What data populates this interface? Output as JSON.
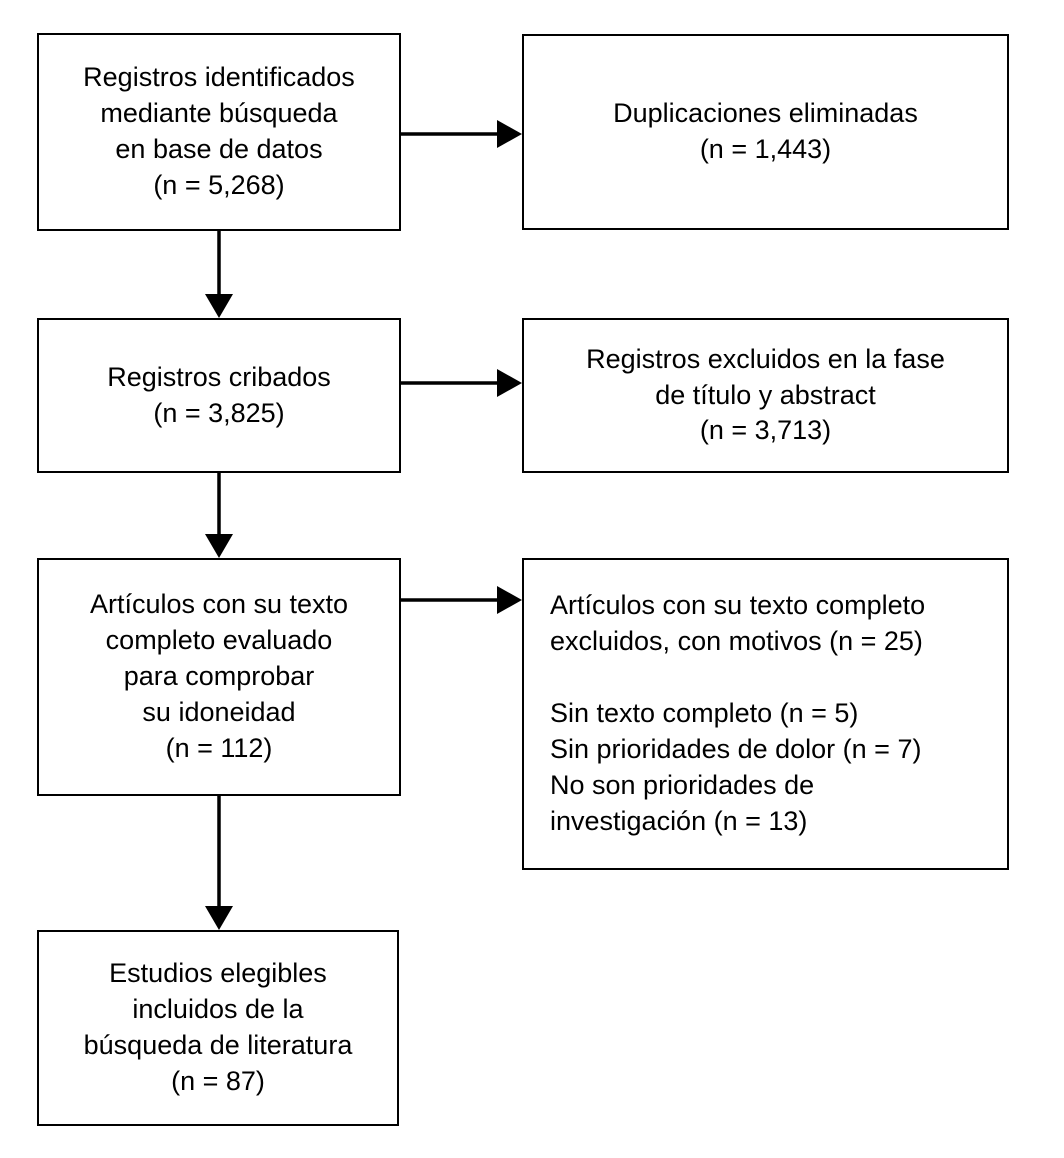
{
  "diagram": {
    "type": "prisma-flow-diagram",
    "language": "es",
    "boxes": [
      {
        "id": "identified",
        "name": "records-identified-box",
        "text": "Registros identificados\nmediante búsqueda\nen base de datos\n(n = 5,268)",
        "align": "center",
        "count": "5,268"
      },
      {
        "id": "duplicates",
        "name": "duplicates-removed-box",
        "text": "Duplicaciones eliminadas\n(n = 1,443)",
        "align": "center",
        "count": "1,443"
      },
      {
        "id": "screened",
        "name": "records-screened-box",
        "text": "Registros cribados\n(n = 3,825)",
        "align": "center",
        "count": "3,825"
      },
      {
        "id": "excluded_title_abstract",
        "name": "records-excluded-title-abstract-box",
        "text": "Registros excluidos en la fase\nde título y abstract\n(n = 3,713)",
        "align": "center",
        "count": "3,713"
      },
      {
        "id": "fulltext_assessed",
        "name": "fulltext-assessed-box",
        "text": "Artículos con su texto\ncompleto evaluado\npara comprobar\nsu idoneidad\n(n = 112)",
        "align": "center",
        "count": "112"
      },
      {
        "id": "excluded_fulltext",
        "name": "fulltext-excluded-reasons-box",
        "text": "Artículos con su texto completo\nexcluidos, con motivos (n = 25)\n\nSin texto completo (n = 5)\nSin prioridades de dolor (n = 7)\nNo son prioridades de\ninvestigación (n = 13)",
        "align": "left",
        "count": "25",
        "reasons": [
          {
            "label": "Sin texto completo",
            "count": "5"
          },
          {
            "label": "Sin prioridades de dolor",
            "count": "7"
          },
          {
            "label": "No son prioridades de investigación",
            "count": "13"
          }
        ]
      },
      {
        "id": "included",
        "name": "studies-included-box",
        "text": "Estudios elegibles\nincluidos de la\nbúsqueda de literatura\n(n = 87)",
        "align": "center",
        "count": "87"
      }
    ],
    "connectors": [
      {
        "name": "arrow-identified-to-duplicates",
        "direction": "right"
      },
      {
        "name": "arrow-identified-to-screened",
        "direction": "down"
      },
      {
        "name": "arrow-screened-to-excluded-title-abstract",
        "direction": "right"
      },
      {
        "name": "arrow-screened-to-fulltext",
        "direction": "down"
      },
      {
        "name": "arrow-fulltext-to-excluded-fulltext",
        "direction": "right"
      },
      {
        "name": "arrow-fulltext-to-included",
        "direction": "down"
      }
    ],
    "colors": {
      "stroke": "#000000",
      "background": "#ffffff",
      "text": "#000000"
    }
  }
}
